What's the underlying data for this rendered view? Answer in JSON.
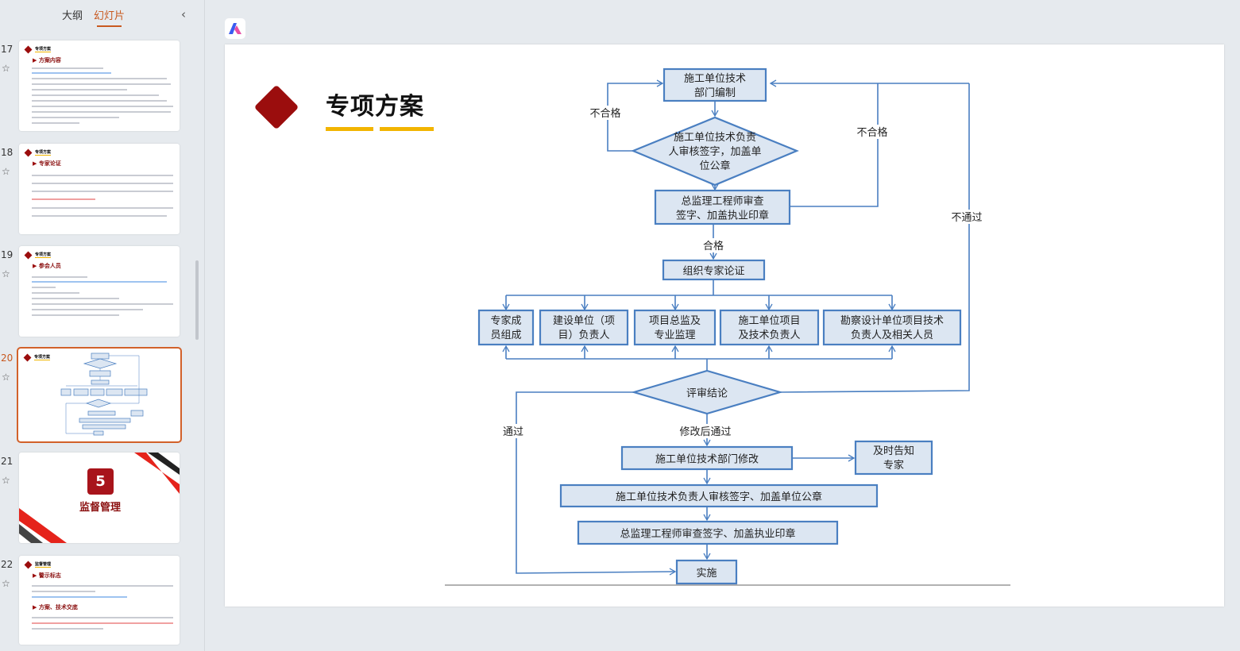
{
  "sidebar": {
    "tabs": [
      {
        "label": "大纲"
      },
      {
        "label": "幻灯片",
        "active": true
      }
    ],
    "collapse_icon": "chevron-left-icon",
    "slides": [
      {
        "number": "17",
        "section": "专项方案",
        "heading": "方案内容"
      },
      {
        "number": "18",
        "section": "专项方案",
        "heading": "专家论证"
      },
      {
        "number": "19",
        "section": "专项方案",
        "heading": "参会人员"
      },
      {
        "number": "20",
        "section": "专项方案",
        "active": true
      },
      {
        "number": "21",
        "badge": "5",
        "title": "监督管理"
      },
      {
        "number": "22",
        "section": "监督管理",
        "heading": "警示标志",
        "heading2": "方案、技术交底"
      }
    ]
  },
  "slide": {
    "title": "专项方案",
    "accent": "#9b0d0d",
    "underline_color": "#f2b400",
    "flow_color": "#4a7fc1",
    "box_fill": "#dce6f2",
    "nodes": {
      "compile": [
        "施工单位技术",
        "部门编制"
      ],
      "unit_review": [
        "施工单位技术负责",
        "人审核签字，加盖单",
        "位公章"
      ],
      "supervisor_review": [
        "总监理工程师审查",
        "签字、加盖执业印章"
      ],
      "organize": [
        "组织专家论证"
      ],
      "experts": [
        "专家成",
        "员组成"
      ],
      "owner": [
        "建设单位（项",
        "目）负责人"
      ],
      "chief_supervisor": [
        "项目总监及",
        "专业监理"
      ],
      "contractor_pm": [
        "施工单位项目",
        "及技术负责人"
      ],
      "design": [
        "勘察设计单位项目技术",
        "负责人及相关人员"
      ],
      "conclusion": [
        "评审结论"
      ],
      "revise": [
        "施工单位技术部门修改"
      ],
      "notify": [
        "及时告知",
        "专家"
      ],
      "unit_review2": [
        "施工单位技术负责人审核签字、加盖单位公章"
      ],
      "supervisor_review2": [
        "总监理工程师审查签字、加盖执业印章"
      ],
      "implement": [
        "实施"
      ]
    },
    "labels": {
      "fail_left": "不合格",
      "fail_right": "不合格",
      "not_pass": "不通过",
      "pass_ok": "合格",
      "pass": "通过",
      "pass_after_revise": "修改后通过"
    }
  }
}
